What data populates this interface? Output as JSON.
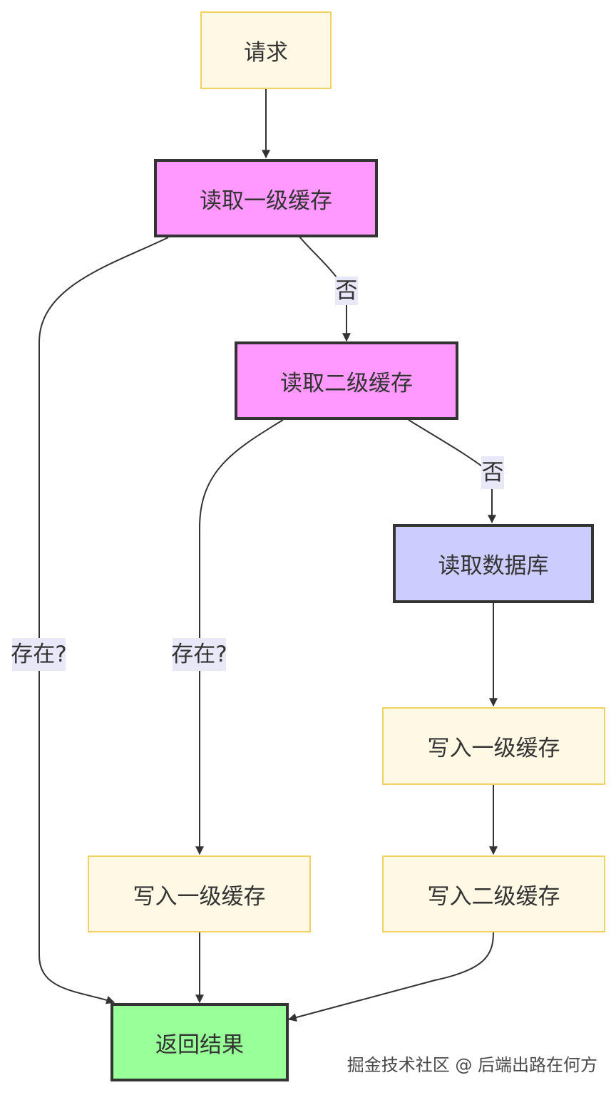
{
  "nodes": {
    "request": "请求",
    "read_l1": "读取一级缓存",
    "read_l2": "读取二级缓存",
    "read_db": "读取数据库",
    "write_l1_right": "写入一级缓存",
    "write_l2_right": "写入二级缓存",
    "write_l1_left": "写入一级缓存",
    "return": "返回结果"
  },
  "edge_labels": {
    "l1_no": "否",
    "l2_no": "否",
    "l1_exists": "存在?",
    "l2_exists": "存在?"
  },
  "watermark": "掘金技术社区 @ 后端出路在何方",
  "colors": {
    "light_fill": "#fff8e5",
    "light_border": "#f1d160",
    "pink_fill": "#ff99ff",
    "blue_fill": "#ccccff",
    "green_fill": "#99ff99",
    "stroke": "#333333"
  }
}
